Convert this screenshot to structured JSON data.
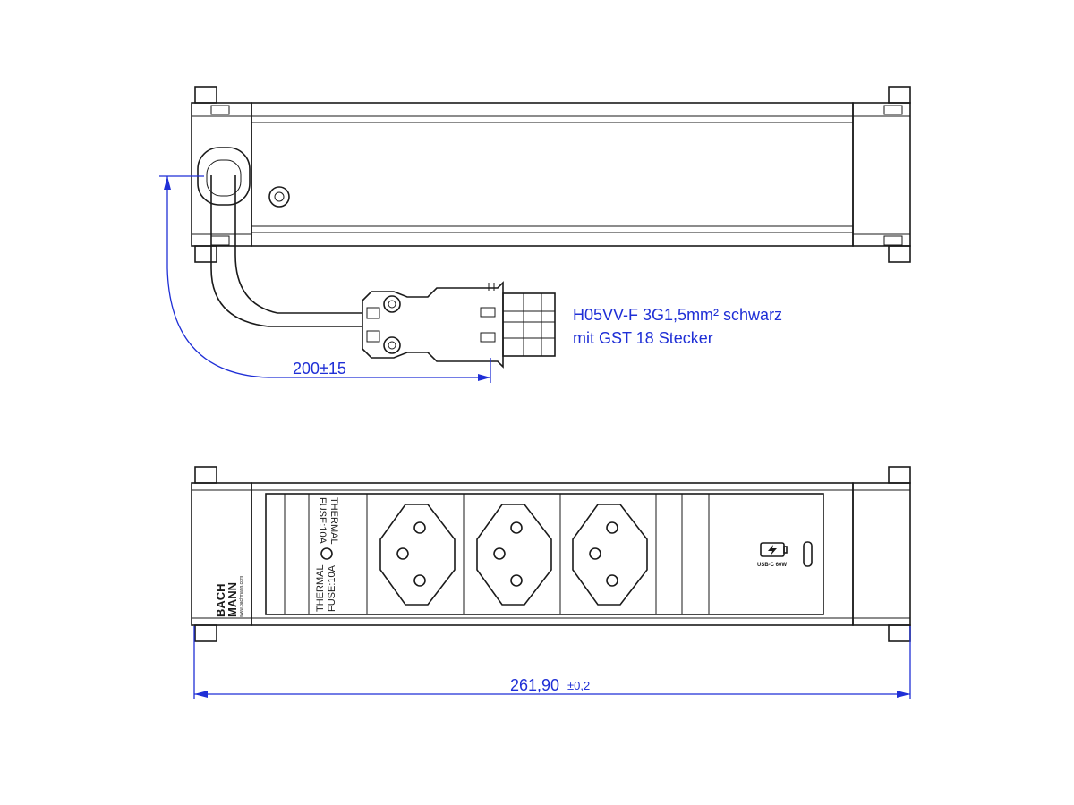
{
  "top_view": {
    "cable_spec_line1": "H05VV-F 3G1,5mm² schwarz",
    "cable_spec_line2": "mit GST 18 Stecker",
    "cable_length_dim": "200±15"
  },
  "front_view": {
    "brand_line1": "BACH",
    "brand_line2": "MANN",
    "brand_url": "www.bachmann.com",
    "fuse_label_1a": "THERMAL",
    "fuse_label_1b": "FUSE:10A",
    "fuse_label_2a": "THERMAL",
    "fuse_label_2b": "FUSE:10A",
    "usb_label": "USB-C 60W",
    "length_value": "261,90",
    "length_tolerance": "±0,2"
  },
  "colors": {
    "dimension": "#1f2fd6",
    "outline": "#1a1a1a"
  },
  "icons": [
    "screw-icon",
    "usb-charge-icon",
    "usb-c-port-icon",
    "socket-icon"
  ]
}
